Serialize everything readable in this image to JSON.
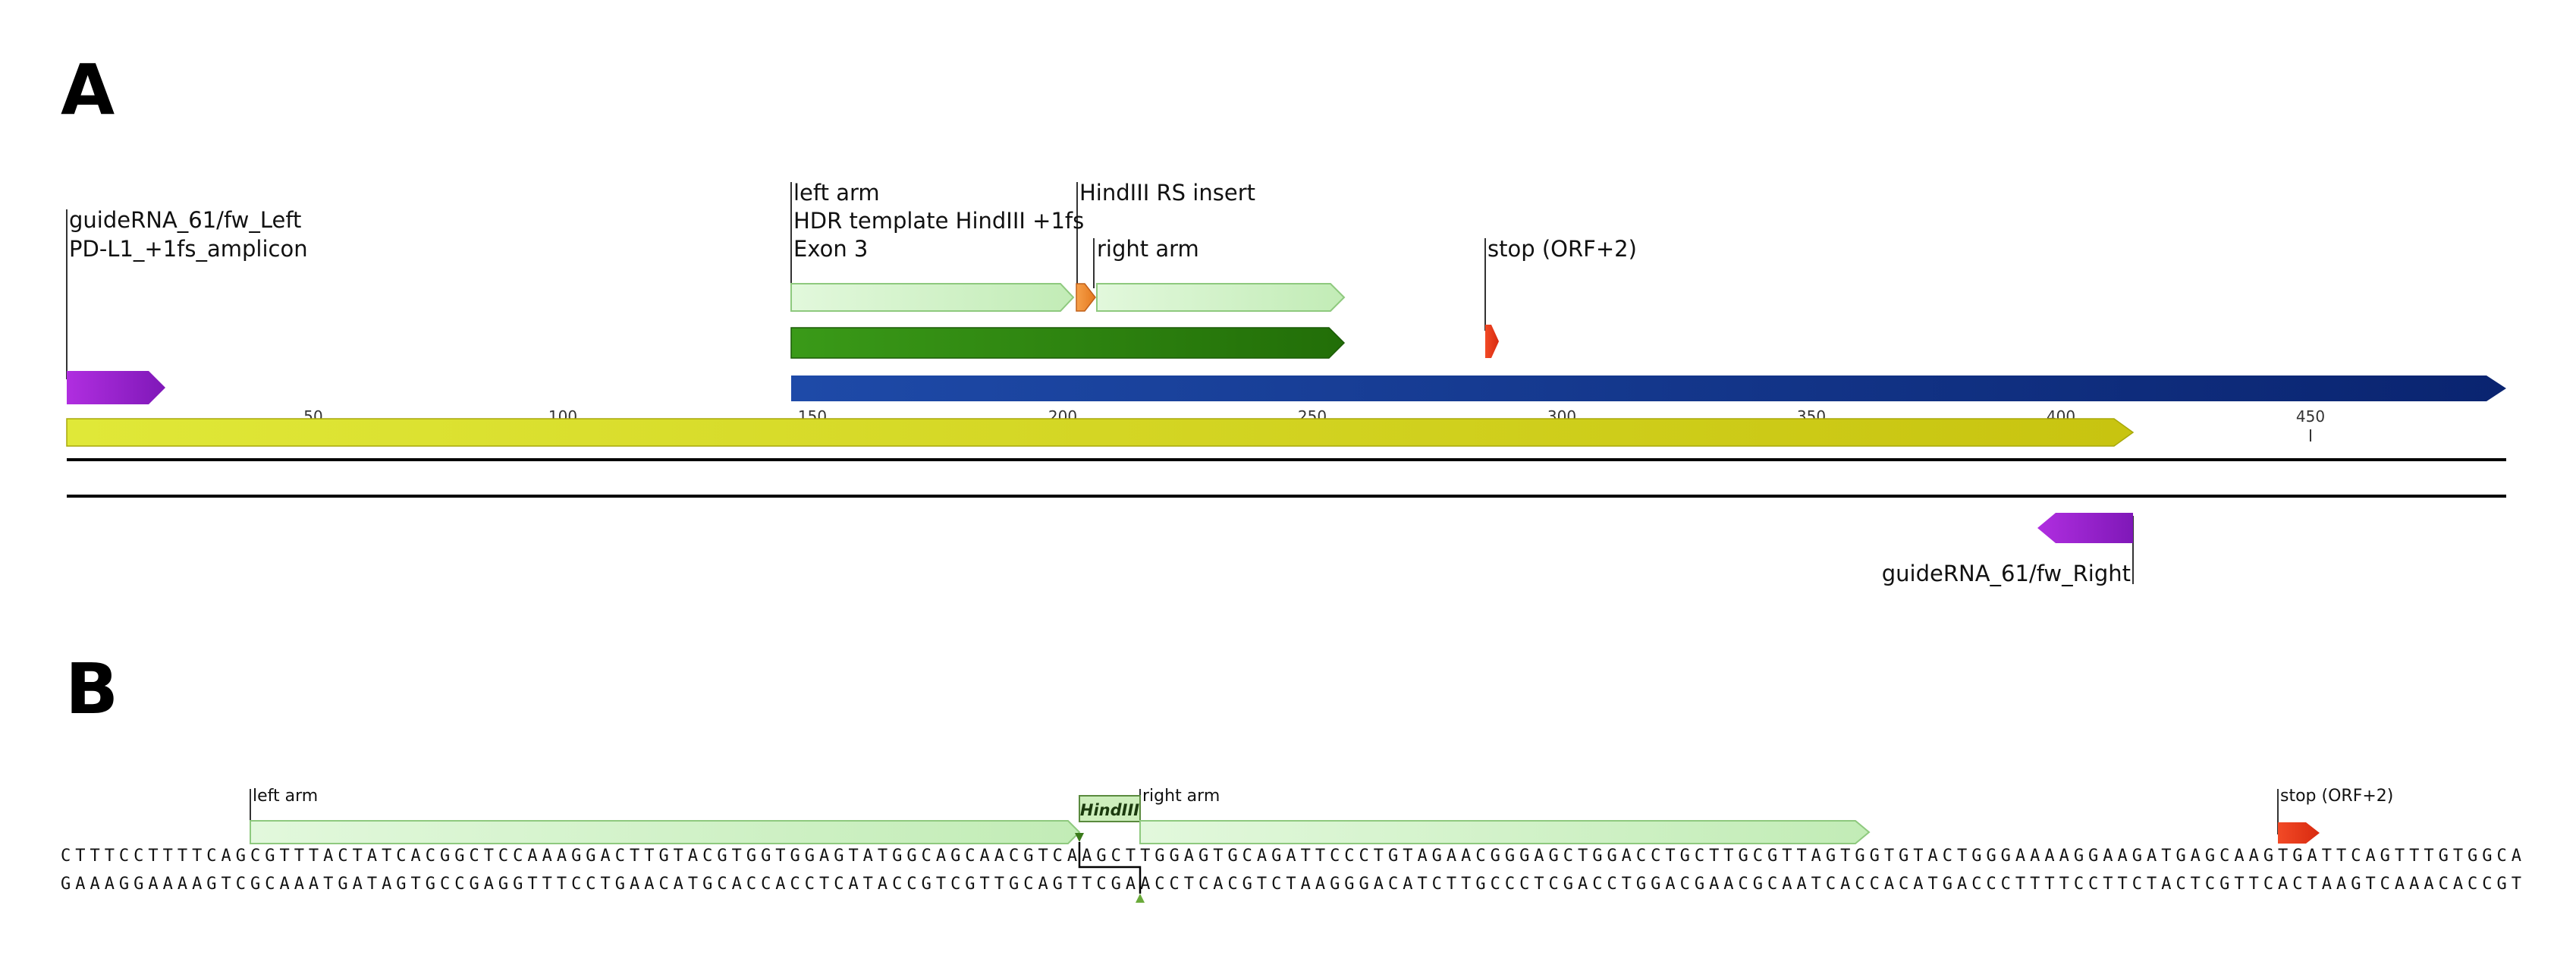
{
  "panels": {
    "a": "A",
    "b": "B"
  },
  "map": {
    "labels": {
      "gl_left": "guideRNA_61/fw_Left",
      "amplicon": "PD-L1_+1fs_amplicon",
      "left_arm": "left arm",
      "hdr": "HDR template HindIII +1fs",
      "exon": "Exon 3",
      "hind_insert": "HindIII RS insert",
      "right_arm": "right arm",
      "stop": "stop (ORF+2)",
      "gl_right": "guideRNA_61/fw_Right"
    },
    "ticks": [
      "50",
      "100",
      "150",
      "200",
      "250",
      "300",
      "350",
      "400",
      "450"
    ],
    "colors": {
      "guide": "#9a22d6",
      "amplicon": "#d6df1a",
      "arm": "#cdf2c4",
      "insert": "#f0882c",
      "hdr": "#2f8a12",
      "exon": "#10349a",
      "stop": "#e8361a"
    }
  },
  "seqview": {
    "left_arm": "left arm",
    "right_arm": "right arm",
    "enzyme": "HindIII",
    "stop": "stop (ORF+2)",
    "top_strand": "CTTTCCTTTTCAGCGTTTACTATCACGGCTCCAAAGGACTTGTACGTGGTGGAGTATGGCAGCAACGTCAAGCTTGGAGTGCAGATTCCCTGTAGAACGGGAGCTGGACCTGCTTGCGTTAGTGGTGTACTGGGAAAAGGAAGATGAGCAAGTGATTCAGTTTGTGGCA",
    "bottom_strand": "GAAAGGAAAAGTCGCAAATGATAGTGCCGAGGTTTCCTGAACATGCACCACCTCATACCGTCGTTGCAGTTCGAACCTCACGTCTAAGGGACATCTTGCCCTCGACCTGGACGAACGCAATCACCACATGACCCTTTTCCTTCTACTCGTTCACTAAGTCAAACACCGT"
  }
}
